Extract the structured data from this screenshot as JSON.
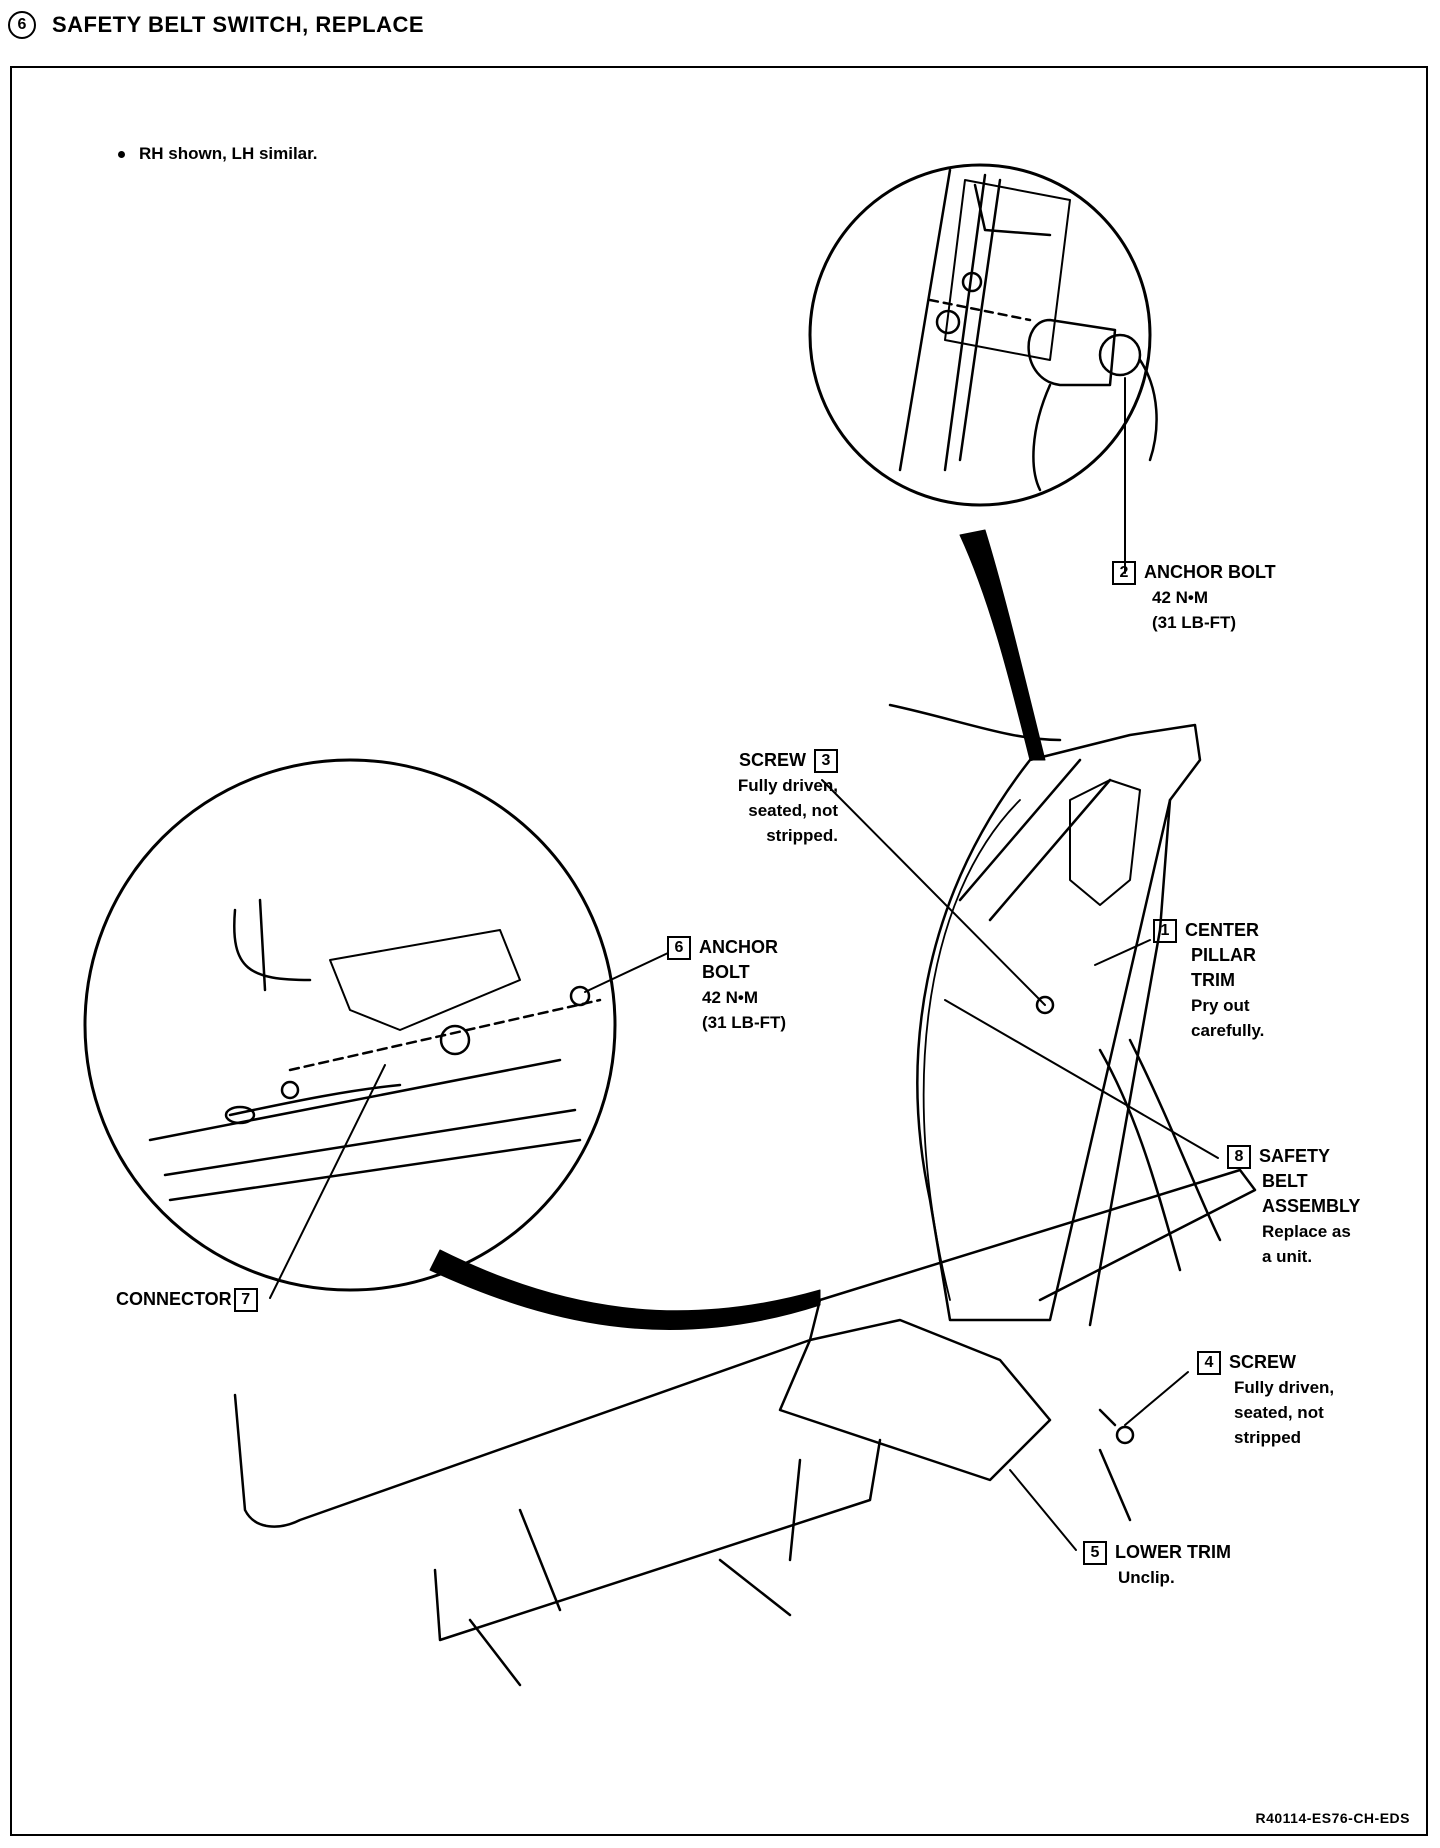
{
  "header": {
    "step_number": "6",
    "title": "SAFETY BELT SWITCH, REPLACE"
  },
  "note": "RH shown, LH similar.",
  "callouts": [
    {
      "id": "anchor-bolt-2",
      "number": "2",
      "lines": [
        "ANCHOR BOLT",
        "42 N•M",
        "(31 LB-FT)"
      ]
    },
    {
      "id": "screw-3",
      "number": "3",
      "lines": [
        "SCREW",
        "Fully driven,",
        "seated, not",
        "stripped."
      ]
    },
    {
      "id": "center-pillar-trim-1",
      "number": "1",
      "lines": [
        "CENTER",
        "PILLAR",
        "TRIM",
        "Pry out",
        "carefully."
      ]
    },
    {
      "id": "anchor-bolt-6",
      "number": "6",
      "lines": [
        "ANCHOR",
        "BOLT",
        "42 N•M",
        "(31 LB-FT)"
      ]
    },
    {
      "id": "safety-belt-assembly-8",
      "number": "8",
      "lines": [
        "SAFETY",
        "BELT",
        "ASSEMBLY",
        "Replace as",
        "a unit."
      ]
    },
    {
      "id": "connector-7",
      "number": "7",
      "lines": [
        "CONNECTOR"
      ]
    },
    {
      "id": "screw-4",
      "number": "4",
      "lines": [
        "SCREW",
        "Fully driven,",
        "seated, not",
        "stripped"
      ]
    },
    {
      "id": "lower-trim-5",
      "number": "5",
      "lines": [
        "LOWER TRIM",
        "Unclip."
      ]
    }
  ],
  "reference_code": "R40114-ES76-CH-EDS"
}
